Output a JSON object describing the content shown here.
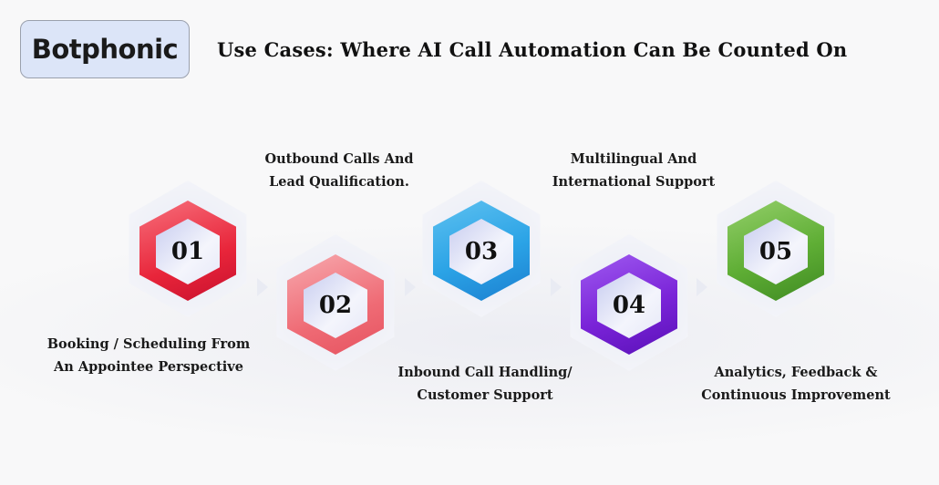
{
  "brand": {
    "logo_text": "Botphonic",
    "accent": "#f26522"
  },
  "header": {
    "title": "Use Cases: Where AI Call Automation Can Be Counted On"
  },
  "steps": [
    {
      "number": "01",
      "label_line1": "Booking / Scheduling From",
      "label_line2": "An Appointee Perspective",
      "color": "#e8253a",
      "gradient_light": "#f7707c"
    },
    {
      "number": "02",
      "label_line1": "Outbound Calls And",
      "label_line2": "Lead Qualification.",
      "color": "#ef6b75",
      "gradient_light": "#f7a9ae"
    },
    {
      "number": "03",
      "label_line1": "Inbound Call Handling/",
      "label_line2": "Customer Support",
      "color": "#1b8fdc",
      "gradient_light": "#5ec1f0"
    },
    {
      "number": "04",
      "label_line1": "Multilingual And",
      "label_line2": "International Support",
      "color": "#6a12c9",
      "gradient_light": "#9f5af0"
    },
    {
      "number": "05",
      "label_line1": "Analytics, Feedback &",
      "label_line2": "Continuous Improvement",
      "color": "#4e9a2c",
      "gradient_light": "#94cf6a"
    }
  ]
}
